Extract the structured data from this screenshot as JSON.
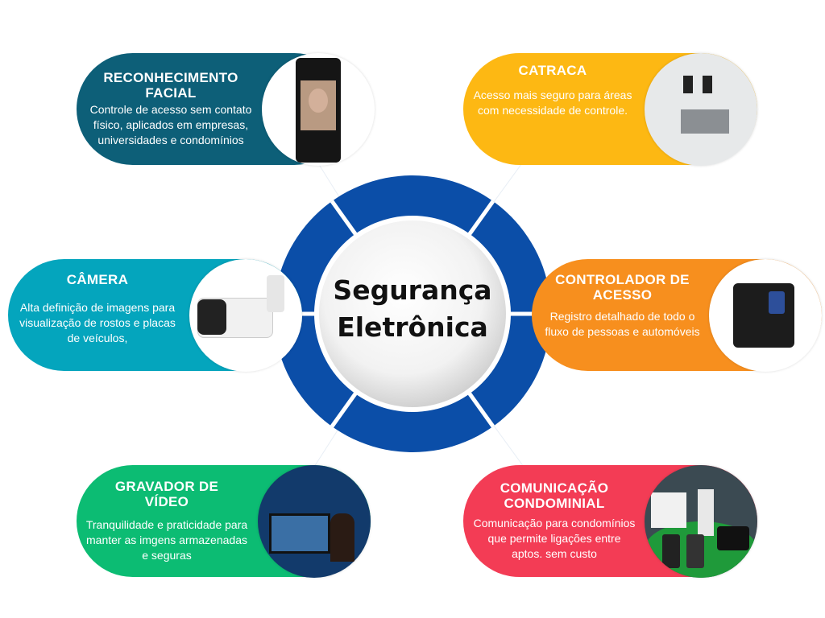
{
  "center": {
    "title_line1": "Segurança",
    "title_line2": "Eletrônica"
  },
  "colors": {
    "ring": "#0b4ea8",
    "facial": "#0d5f78",
    "catraca": "#fdb813",
    "camera": "#04a5bd",
    "controlador": "#f78f1e",
    "gravador": "#0cbc73",
    "comunicacao": "#f33c55"
  },
  "cards": {
    "facial": {
      "title": "RECONHECIMENTO FACIAL",
      "text": "Controle de acesso sem contato físico, aplicados em empresas, universidades e condomínios"
    },
    "catraca": {
      "title": "CATRACA",
      "text": "Acesso mais seguro para áreas com necessidade de controle."
    },
    "camera": {
      "title": "CÂMERA",
      "text": "Alta definição de imagens para visualização de rostos e placas de veículos,"
    },
    "controlador": {
      "title": "CONTROLADOR DE ACESSO",
      "text": "Registro detalhado de todo o fluxo de pessoas e automóveis"
    },
    "gravador": {
      "title": "GRAVADOR DE VÍDEO",
      "text": "Tranquilidade e praticidade para manter as imgens armazenadas e seguras"
    },
    "comunicacao": {
      "title": "COMUNICAÇÃO CONDOMINIAL",
      "text": "Comunicação para condomínios que permite ligações entre aptos. sem custo"
    }
  }
}
